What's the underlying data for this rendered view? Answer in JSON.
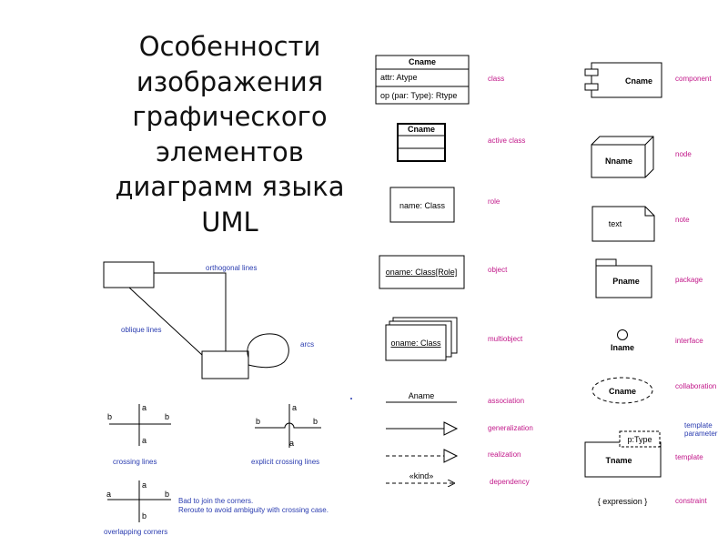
{
  "title": {
    "lines": [
      "Особенности",
      "изображения",
      "графического",
      "элементов",
      "диаграмм языка",
      "UML"
    ]
  },
  "colors": {
    "label": "#c2188a",
    "note": "#2a3cb0",
    "stroke": "#000000"
  },
  "left_panel": {
    "orthogonal": "orthogonal lines",
    "oblique": "oblique lines",
    "arcs": "arcs",
    "crossing": {
      "a": "a",
      "b": "b",
      "label": "crossing lines"
    },
    "explicit": {
      "a": "a",
      "b": "b",
      "label": "explicit crossing lines"
    },
    "overlapping": {
      "a": "a",
      "b": "b",
      "note1": "Bad to join the corners.",
      "note2": "Reroute to avoid ambiguity with crossing case.",
      "label": "overlapping corners"
    }
  },
  "middle": {
    "class": {
      "name": "Cname",
      "attr": "attr: Atype",
      "op": "op (par: Type): Rtype",
      "label": "class"
    },
    "active_class": {
      "name": "Cname",
      "label": "active class"
    },
    "role": {
      "text": "name: Class",
      "label": "role"
    },
    "object": {
      "text": "oname: Class[Role]",
      "label": "object"
    },
    "multiobject": {
      "text": "oname: Class",
      "label": "multiobject"
    },
    "association": {
      "text": "Aname",
      "label": "association"
    },
    "generalization": {
      "label": "generalization"
    },
    "realization": {
      "label": "realization"
    },
    "dependency": {
      "text": "«kind»",
      "label": "dependency"
    }
  },
  "right": {
    "component": {
      "name": "Cname",
      "label": "component"
    },
    "node": {
      "name": "Nname",
      "label": "node"
    },
    "note": {
      "text": "text",
      "label": "note"
    },
    "package": {
      "name": "Pname",
      "label": "package"
    },
    "interface": {
      "name": "Iname",
      "label": "interface"
    },
    "collaboration": {
      "name": "Cname",
      "label": "collaboration"
    },
    "template": {
      "param": "p:Type",
      "name": "Tname",
      "label": "template",
      "param_label": [
        "template",
        "parameter"
      ]
    },
    "constraint": {
      "text": "{ expression }",
      "label": "constraint"
    }
  }
}
